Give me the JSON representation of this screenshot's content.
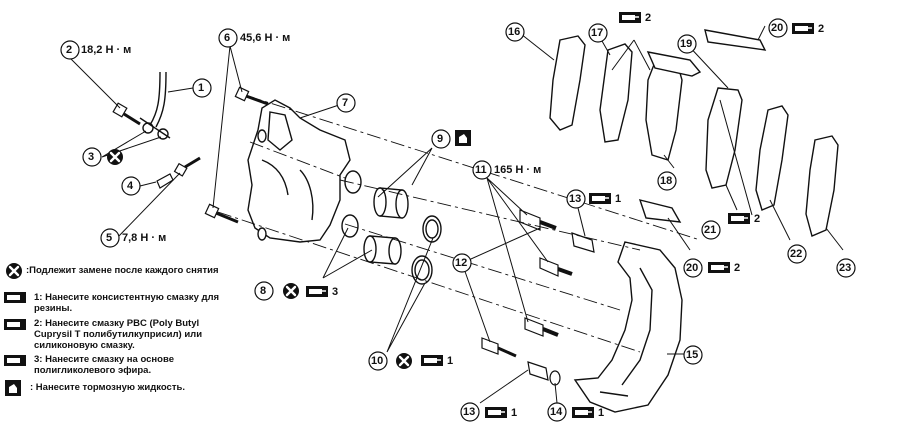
{
  "callouts": {
    "c1": "1",
    "c2": "2",
    "c3": "3",
    "c4": "4",
    "c5": "5",
    "c6": "6",
    "c7": "7",
    "c8": "8",
    "c9": "9",
    "c10": "10",
    "c11": "11",
    "c12": "12",
    "c13a": "13",
    "c13b": "13",
    "c14": "14",
    "c15": "15",
    "c16": "16",
    "c17": "17",
    "c18": "18",
    "c19": "19",
    "c20a": "20",
    "c20b": "20",
    "c21": "21",
    "c22": "22",
    "c23": "23"
  },
  "torques": {
    "t2": "18,2 Н · м",
    "t5": "7,8 Н · м",
    "t6": "45,6 Н · м",
    "t11": "165 Н · м"
  },
  "grease_refs": {
    "g17": "2",
    "g20a": "2",
    "g13a": "1",
    "g20b": "2",
    "g21": "2",
    "g8": "3",
    "g10": "1",
    "g13b": "1",
    "g14": "1"
  },
  "legend": {
    "replace": ":Подлежит замене после каждого снятия",
    "grease1": "1: Нанесите консистентную смазку для резины.",
    "grease2": "2: Нанесите смазку PBC (Poly Butyl Cuprysil T полибутилкуприсил) или силиконовую смазку.",
    "grease3": "3: Нанесите смазку на основе полигликолевого эфира.",
    "brake_fluid": ": Нанесите тормозную жидкость."
  },
  "icons": {
    "replace": "x-circle-icon",
    "grease": "grease-tube-icon",
    "fluid": "brake-fluid-can-icon"
  }
}
